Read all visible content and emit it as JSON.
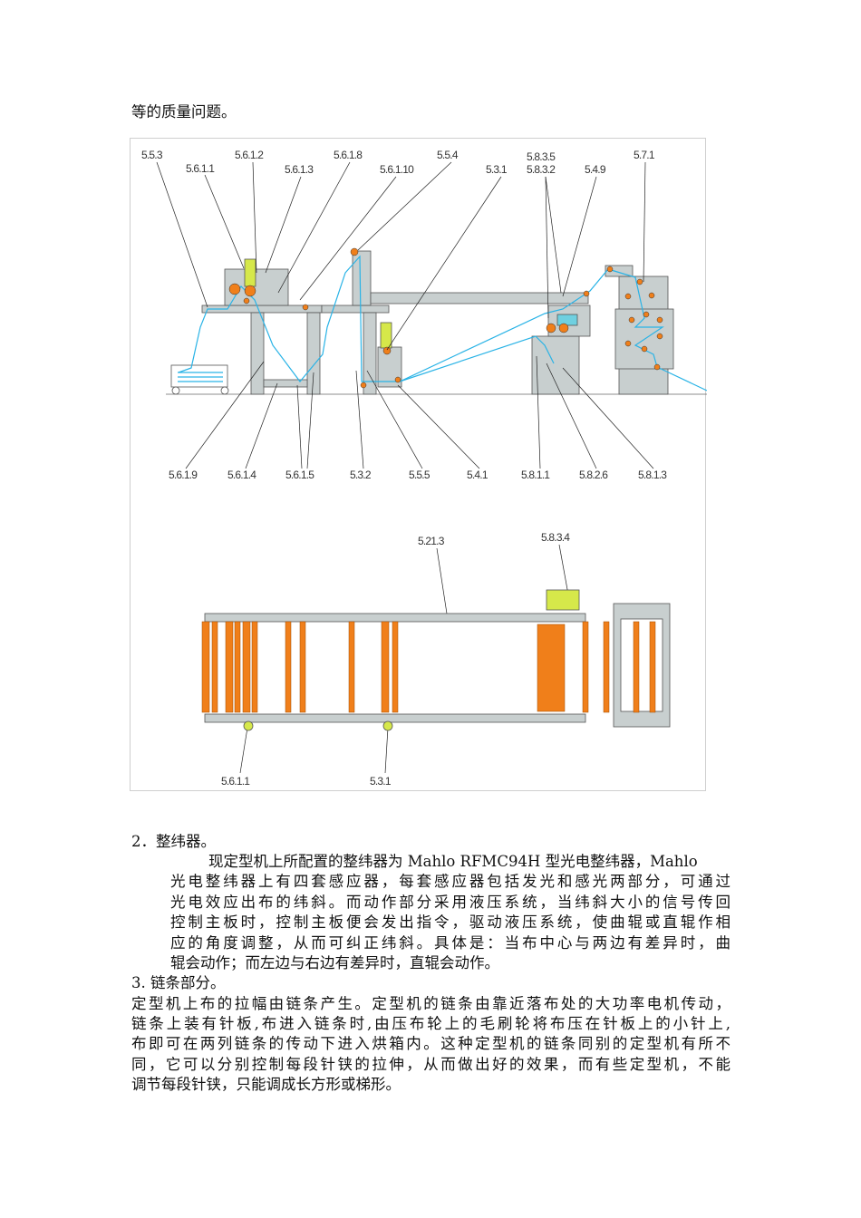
{
  "intro_line": "等的质量问题。",
  "figure": {
    "top_labels": [
      "5.5.3",
      "5.6.1.1",
      "5.6.1.2",
      "5.6.1.3",
      "5.6.1.8",
      "5.6.1.10",
      "5.5.4",
      "5.3.1",
      "5.8.3.5",
      "5.8.3.2",
      "5.4.9",
      "5.7.1"
    ],
    "bottom_labels": [
      "5.6.1.9",
      "5.6.1.4",
      "5.6.1.5",
      "5.3.2",
      "5.5.5",
      "5.4.1",
      "5.8.1.1",
      "5.8.2.6",
      "5.8.1.3"
    ],
    "plan_labels": [
      "5.21.3",
      "5.8.3.4",
      "5.6.1.1",
      "5.3.1"
    ],
    "colors": {
      "frame": "#c8cfcf",
      "roller": "#f07f1a",
      "fabric": "#29b3e6",
      "motor": "#d6e84a"
    }
  },
  "section2": {
    "heading": "2．整纬器。",
    "lines": [
      "现定型机上所配置的整纬器为 Mahlo RFMC94H 型光电整纬器，Mahlo",
      "光电整纬器上有四套感应器，每套感应器包括发光和感光两部分，可通过",
      "光电效应出布的纬斜。而动作部分采用液压系统，当纬斜大小的信号传回",
      "控制主板时，控制主板便会发出指令，驱动液压系统，使曲辊或直辊作相",
      "应的角度调整，从而可纠正纬斜。具体是：当布中心与两边有差异时，曲",
      "辊会动作；而左边与右边有差异时，直辊会动作。"
    ]
  },
  "section3": {
    "heading": "3. 链条部分。",
    "lines": [
      "定型机上布的拉幅由链条产生。定型机的链条由靠近落布处的大功率电机传动，",
      "链条上装有针板,布进入链条时,由压布轮上的毛刷轮将布压在针板上的小针上,",
      "布即可在两列链条的传动下进入烘箱内。这种定型机的链条同别的定型机有所不",
      "同，它可以分别控制每段针铗的拉伸，从而做出好的效果，而有些定型机，不能",
      "调节每段针铗，只能调成长方形或梯形。"
    ]
  }
}
